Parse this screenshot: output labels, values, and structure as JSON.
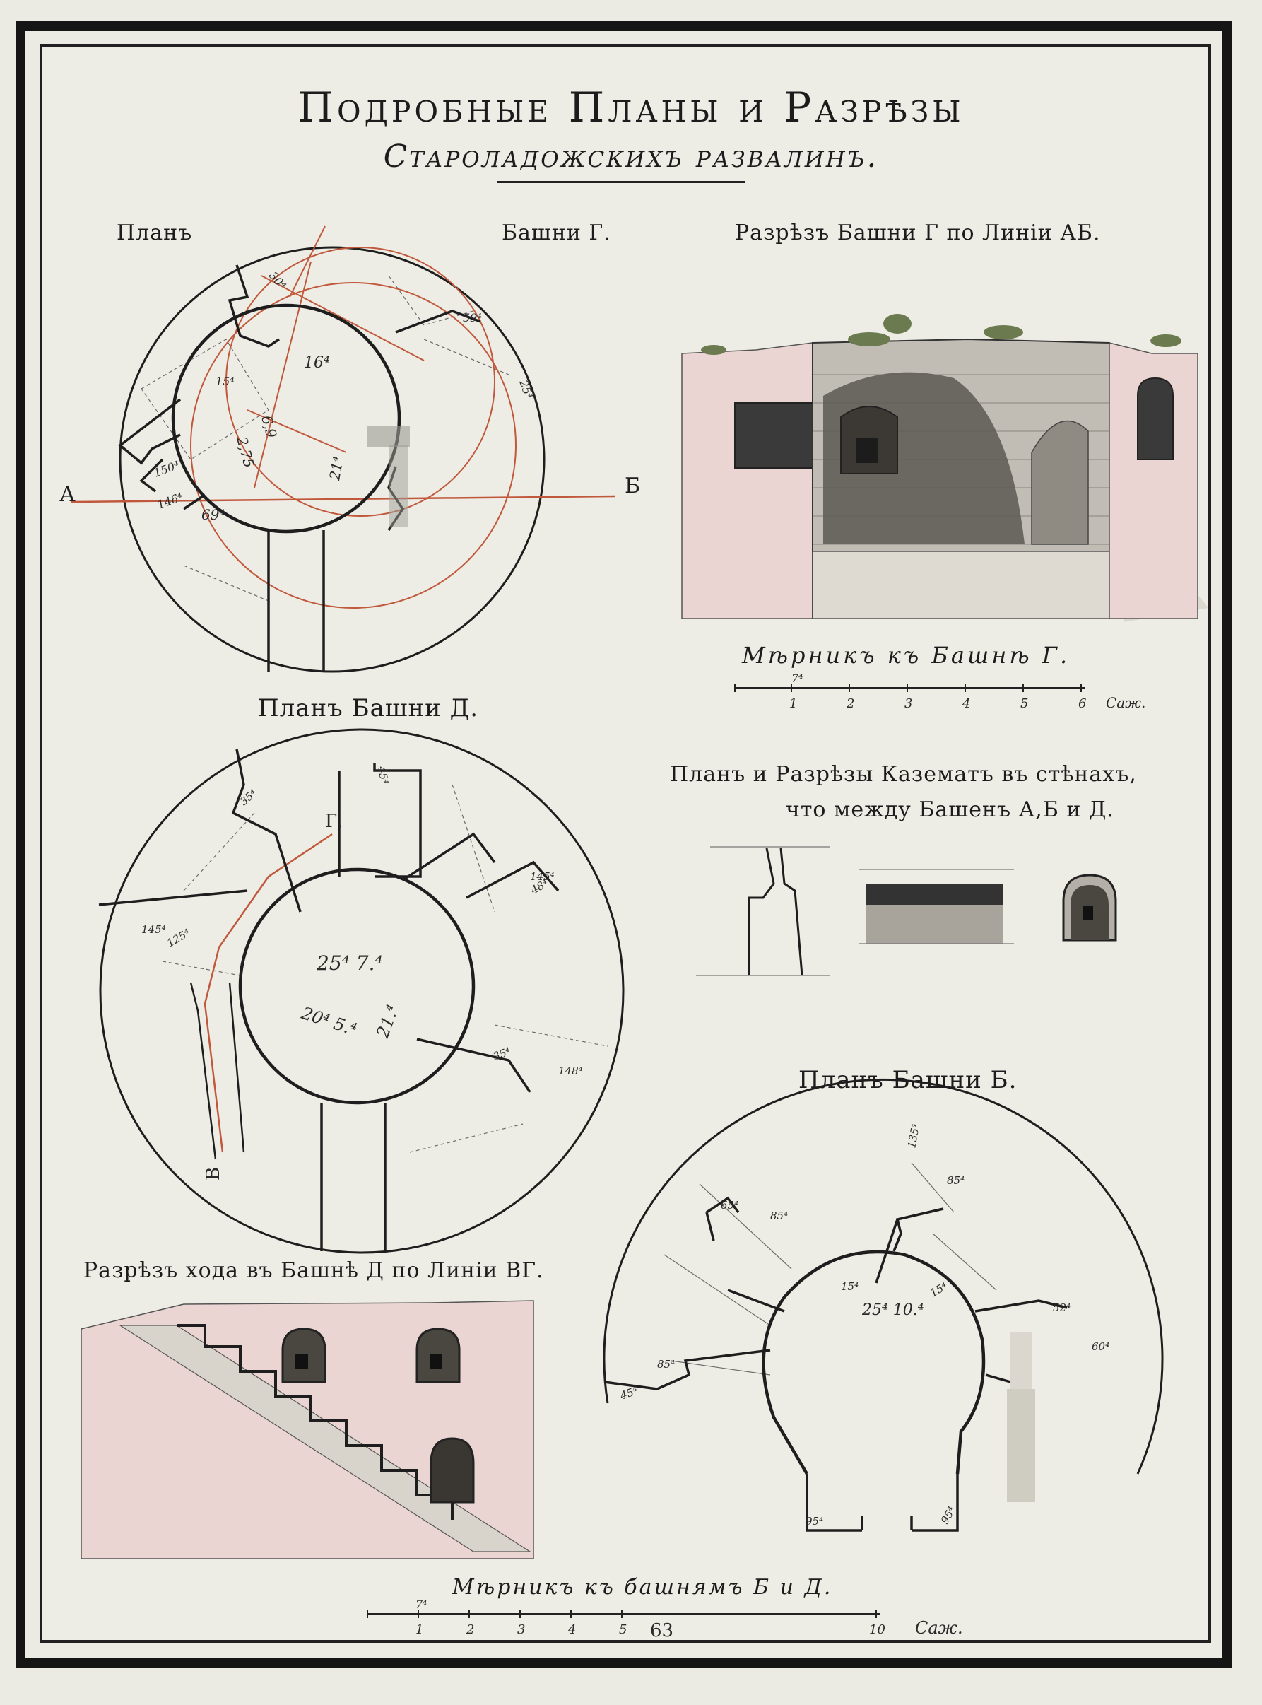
{
  "title": {
    "line1": "Подробные Планы и Разрѣзы",
    "line2": "Староладожскихъ развалинъ."
  },
  "plan_g": {
    "caption_left": "Планъ",
    "caption_right": "Башни Г.",
    "line_start": "А",
    "line_end": "Б",
    "dims": [
      "16⁴",
      "6,9",
      "2,75",
      "21⁴",
      "69⁴",
      "150⁴",
      "146⁴",
      "30⁴",
      "59⁴",
      "25⁴",
      "15⁴"
    ]
  },
  "section_g": {
    "caption": "Разрѣзъ Башни Г по Линіи АБ."
  },
  "scale_g": {
    "caption": "Мѣрникъ къ Башнѣ Г.",
    "ticks": [
      "1",
      "2",
      "3",
      "4",
      "5",
      "6"
    ],
    "unit": "Саж.",
    "sub": "7⁴"
  },
  "plan_d": {
    "caption": "Планъ Башни Д.",
    "center_dim": "25⁴ 7.⁴",
    "dim_a": "20⁴ 5.⁴",
    "dim_b": "21.⁴",
    "label_g": "Г.",
    "label_v": "В",
    "dims": [
      "45⁴",
      "35⁴",
      "145⁴",
      "48⁴",
      "148⁴",
      "145⁴",
      "125⁴",
      "35⁴"
    ]
  },
  "casemate": {
    "caption_line1": "Планъ и Разрѣзы Казематъ въ стѣнахъ,",
    "caption_line2": "что между Башенъ А,Б и Д."
  },
  "plan_b": {
    "caption": "Планъ Башни Б.",
    "center_dim": "25⁴ 10.⁴",
    "dims": [
      "15⁴",
      "15⁴",
      "95⁴",
      "95⁴",
      "135⁴",
      "85⁴",
      "65⁴",
      "85⁴",
      "45⁴",
      "85⁴",
      "52⁴",
      "60⁴"
    ]
  },
  "section_passage": {
    "caption": "Разрѣзъ хода въ Башнѣ Д по Линіи ВГ."
  },
  "scale_bd": {
    "caption": "Мѣрникъ къ башнямъ Б и Д.",
    "ticks": [
      "1",
      "2",
      "3",
      "4",
      "5"
    ],
    "end_tick": "10",
    "unit": "Саж.",
    "sub": "7⁴",
    "pencil_note": "63"
  },
  "colors": {
    "paper": "#eeede5",
    "ink": "#1c1c1c",
    "red_ink": "#c0583c",
    "pink_wash": "#ead5d3",
    "stone": "#b8b2a8"
  }
}
